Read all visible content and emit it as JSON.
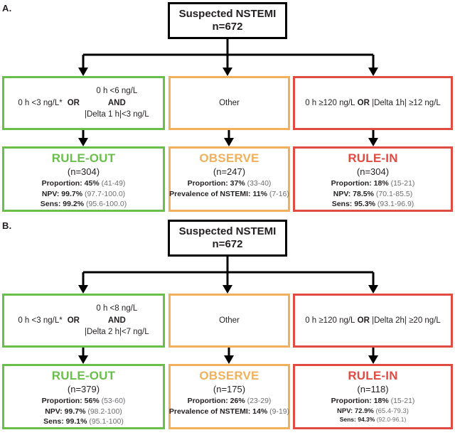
{
  "figure": {
    "root_title": "Suspected NSTEMI",
    "root_n": "n=672"
  },
  "panels": [
    {
      "label": "A.",
      "root": {
        "title": "Suspected NSTEMI",
        "n": "n=672"
      },
      "criteria": {
        "green": {
          "left": "0 h <3 ng/L*",
          "operator": "OR",
          "line1": "0 h <6 ng/L",
          "line2": "AND",
          "line3": "|Delta 1 h|<3 ng/L"
        },
        "orange": {
          "text": "Other"
        },
        "red": {
          "part1": "0 h ≥120 ng/L",
          "operator": "OR",
          "part2": "|Delta 1h| ≥12 ng/L"
        }
      },
      "outcomes": {
        "green": {
          "title": "RULE-OUT",
          "n": "(n=304)",
          "stats": [
            {
              "label": "Proportion:",
              "value": "45%",
              "ci": "(41-49)"
            },
            {
              "label": "NPV:",
              "value": "99.7%",
              "ci": "(97.7-100.0)"
            },
            {
              "label": "Sens:",
              "value": "99.2%",
              "ci": "(95.6-100.0)"
            }
          ]
        },
        "orange": {
          "title": "OBSERVE",
          "n": "(n=247)",
          "stats": [
            {
              "label": "Proportion:",
              "value": "37%",
              "ci": "(33-40)"
            },
            {
              "label": "Prevalence of NSTEMI:",
              "value": "11%",
              "ci": "(7-16)"
            }
          ]
        },
        "red": {
          "title": "RULE-IN",
          "n": "(n=304)",
          "stats": [
            {
              "label": "Proportion:",
              "value": "18%",
              "ci": "(15-21)"
            },
            {
              "label": "NPV:",
              "value": "78.5%",
              "ci": "(70.1-85.5)"
            },
            {
              "label": "Sens:",
              "value": "95.3%",
              "ci": "(93.1-96.9)"
            }
          ]
        }
      }
    },
    {
      "label": "B.",
      "root": {
        "title": "Suspected NSTEMI",
        "n": "n=672"
      },
      "criteria": {
        "green": {
          "left": "0 h <3 ng/L*",
          "operator": "OR",
          "line1": "0 h <8 ng/L",
          "line2": "AND",
          "line3": "|Delta 2 h|<7 ng/L"
        },
        "orange": {
          "text": "Other"
        },
        "red": {
          "part1": "0 h ≥120 ng/L",
          "operator": "OR",
          "part2": "|Delta 2h| ≥20 ng/L"
        }
      },
      "outcomes": {
        "green": {
          "title": "RULE-OUT",
          "n": "(n=379)",
          "stats": [
            {
              "label": "Proportion:",
              "value": "56%",
              "ci": "(53-60)"
            },
            {
              "label": "NPV:",
              "value": "99.7%",
              "ci": "(98.2-100)"
            },
            {
              "label": "Sens:",
              "value": "99.1%",
              "ci": "(95.1-100)"
            }
          ]
        },
        "orange": {
          "title": "OBSERVE",
          "n": "(n=175)",
          "stats": [
            {
              "label": "Proportion:",
              "value": "26%",
              "ci": "(23-29)"
            },
            {
              "label": "Prevalence of NSTEMI:",
              "value": "14%",
              "ci": "(9-19)"
            }
          ]
        },
        "red": {
          "title": "RULE-IN",
          "n": "(n=118)",
          "stats": [
            {
              "label": "Proportion:",
              "value": "18%",
              "ci": "(15-21)"
            },
            {
              "label": "NPV:",
              "value": "72.9%",
              "ci": "(65.4-79.3)"
            },
            {
              "label": "Sens:",
              "value": "94.3%",
              "ci": "(92.0-96.1)"
            }
          ]
        }
      }
    }
  ],
  "colors": {
    "green": "#6ABF4B",
    "orange": "#F0B05C",
    "red": "#E04B42",
    "black": "#000000",
    "ci_grey": "#6D6E71"
  }
}
